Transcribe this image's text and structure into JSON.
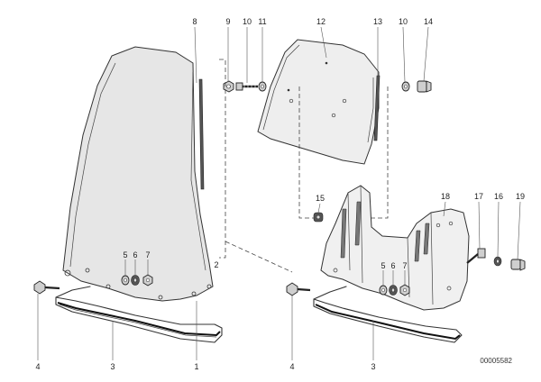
{
  "diagram": {
    "callouts_left": [
      "8",
      "9",
      "10",
      "11",
      "5",
      "6",
      "7",
      "4",
      "3",
      "1",
      "2"
    ],
    "callouts_right": [
      "12",
      "13",
      "10",
      "14",
      "15",
      "16",
      "17",
      "18",
      "19",
      "5",
      "6",
      "7",
      "4",
      "3"
    ],
    "reference_code": "00005582"
  }
}
